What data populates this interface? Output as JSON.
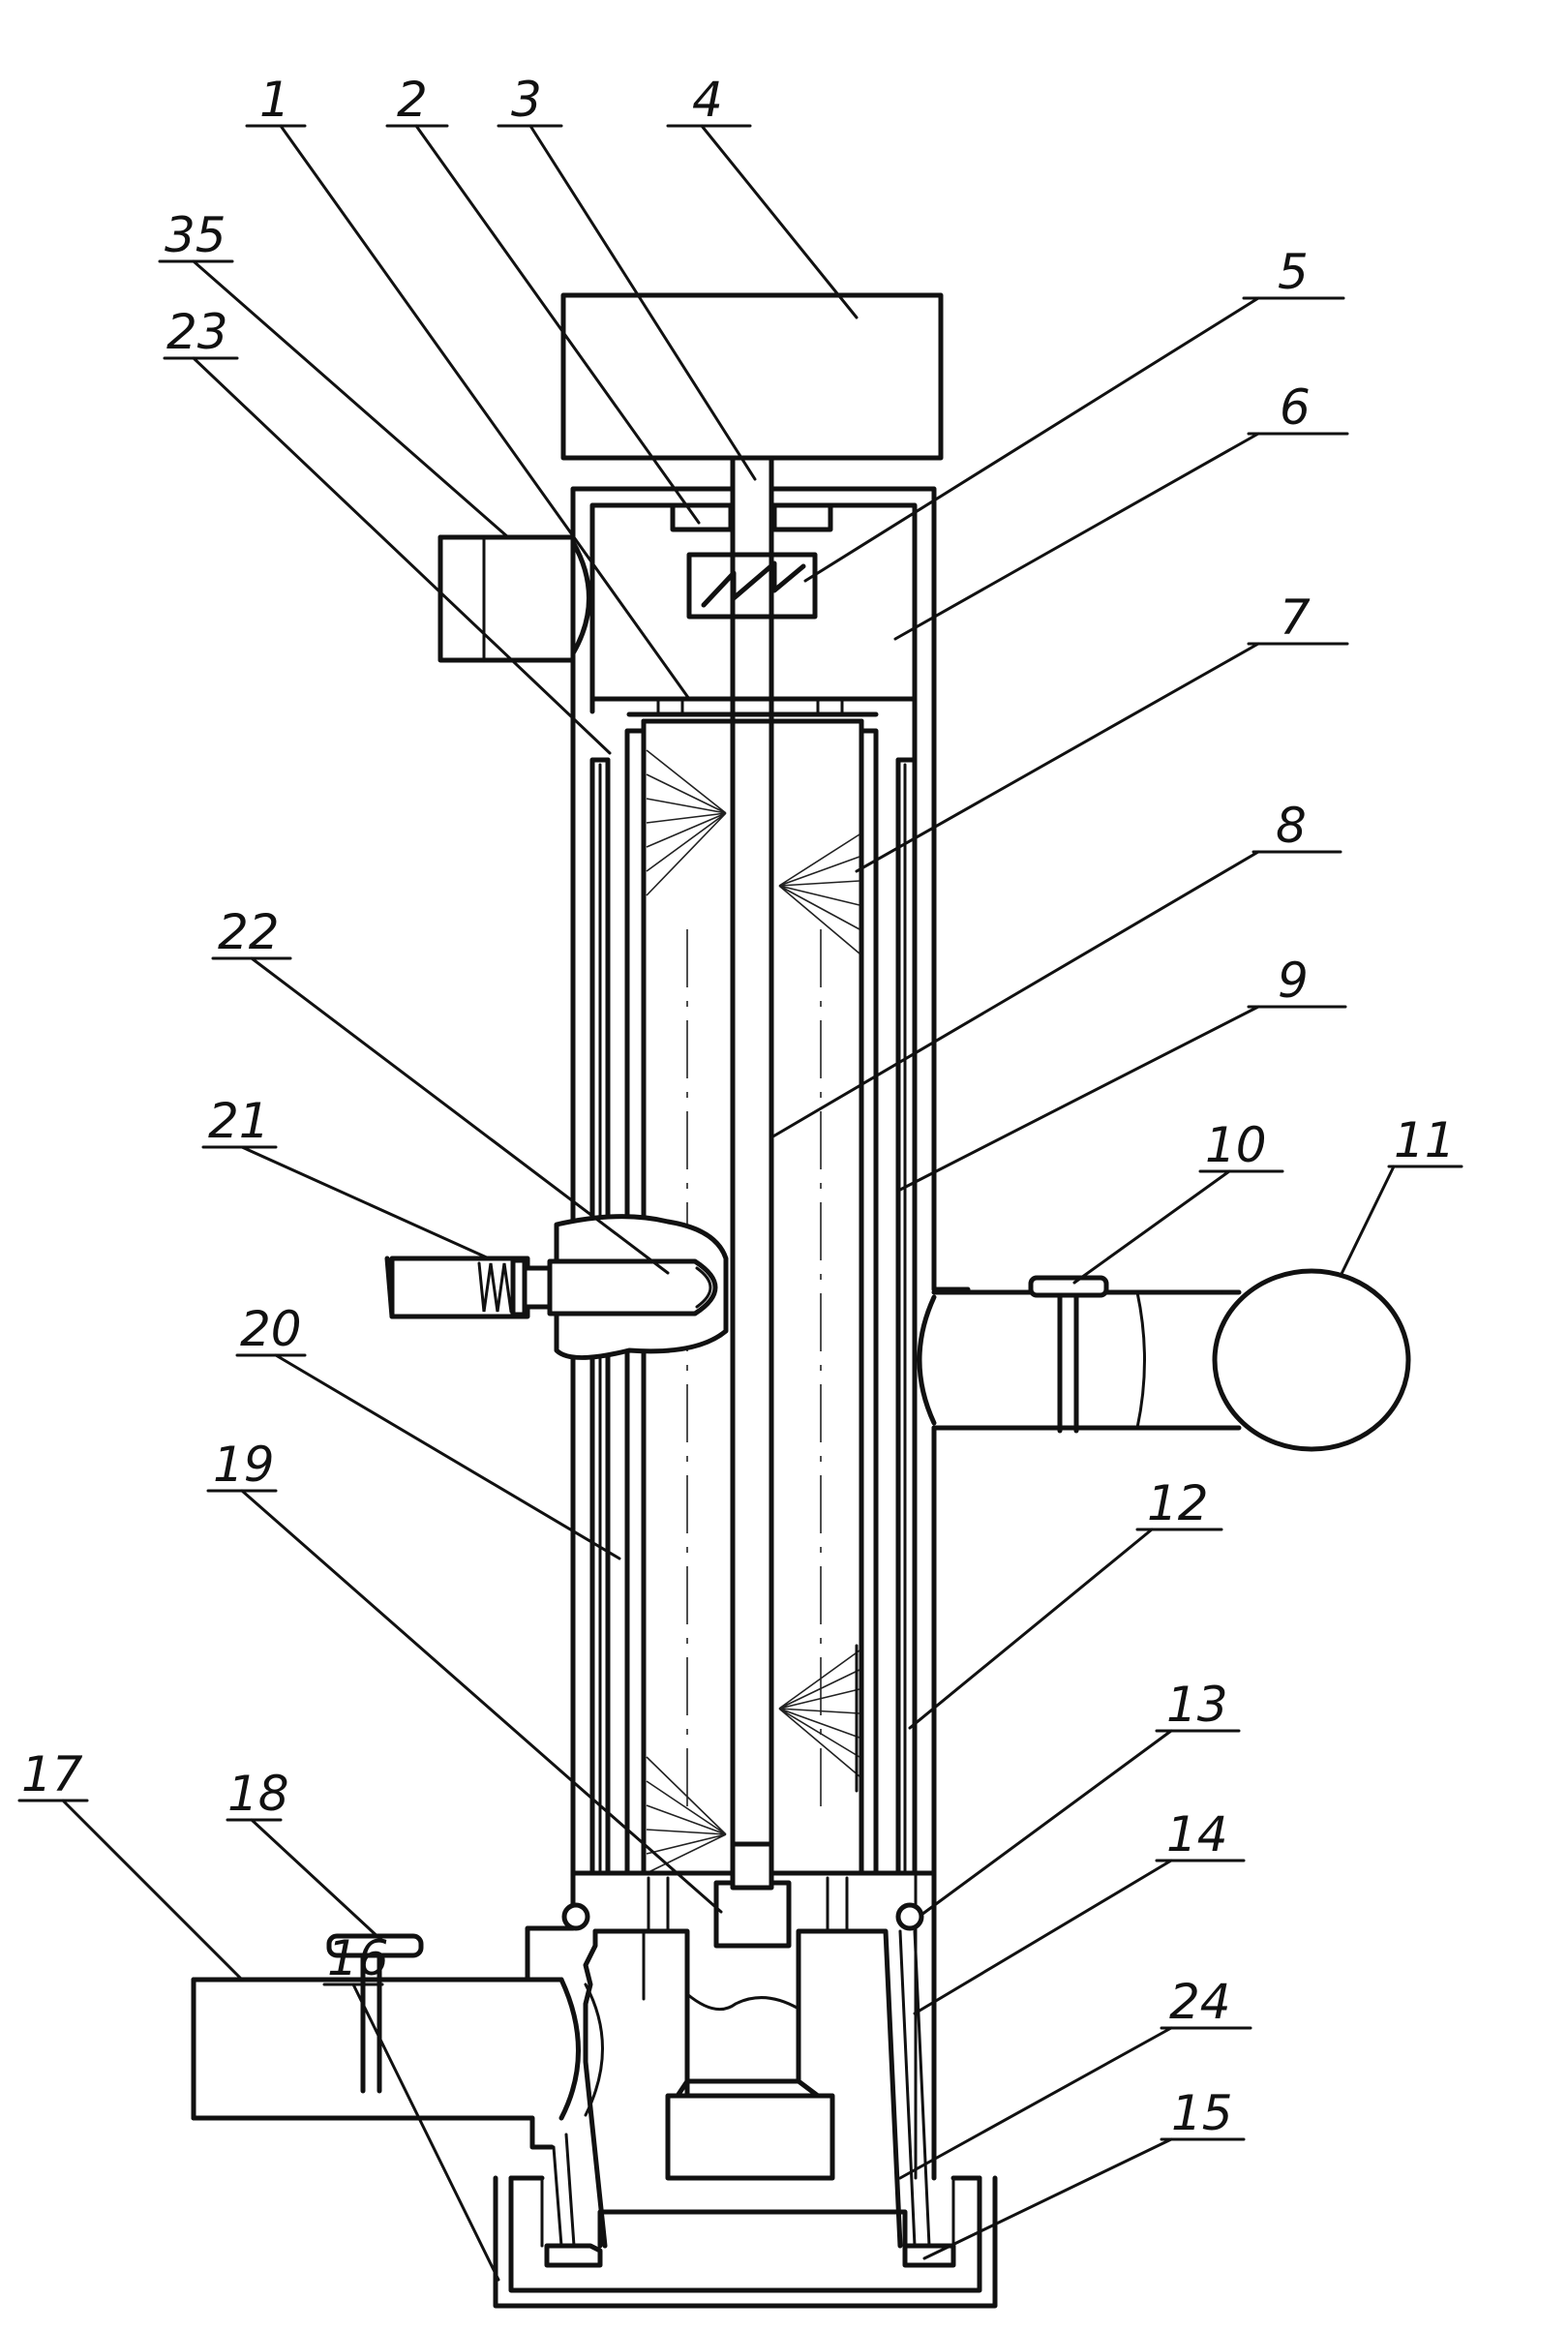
{
  "labels": [
    {
      "id": "1",
      "text": "1"
    },
    {
      "id": "2",
      "text": "2"
    },
    {
      "id": "3",
      "text": "3"
    },
    {
      "id": "4",
      "text": "4"
    },
    {
      "id": "5",
      "text": "5"
    },
    {
      "id": "6",
      "text": "6"
    },
    {
      "id": "7",
      "text": "7"
    },
    {
      "id": "8",
      "text": "8"
    },
    {
      "id": "9",
      "text": "9"
    },
    {
      "id": "10",
      "text": "10"
    },
    {
      "id": "11",
      "text": "11"
    },
    {
      "id": "12",
      "text": "12"
    },
    {
      "id": "13",
      "text": "13"
    },
    {
      "id": "14",
      "text": "14"
    },
    {
      "id": "15",
      "text": "15"
    },
    {
      "id": "16",
      "text": "16"
    },
    {
      "id": "17",
      "text": "17"
    },
    {
      "id": "18",
      "text": "18"
    },
    {
      "id": "19",
      "text": "19"
    },
    {
      "id": "20",
      "text": "20"
    },
    {
      "id": "21",
      "text": "21"
    },
    {
      "id": "22",
      "text": "22"
    },
    {
      "id": "23",
      "text": "23"
    },
    {
      "id": "24",
      "text": "24"
    },
    {
      "id": "35",
      "text": "35"
    }
  ]
}
